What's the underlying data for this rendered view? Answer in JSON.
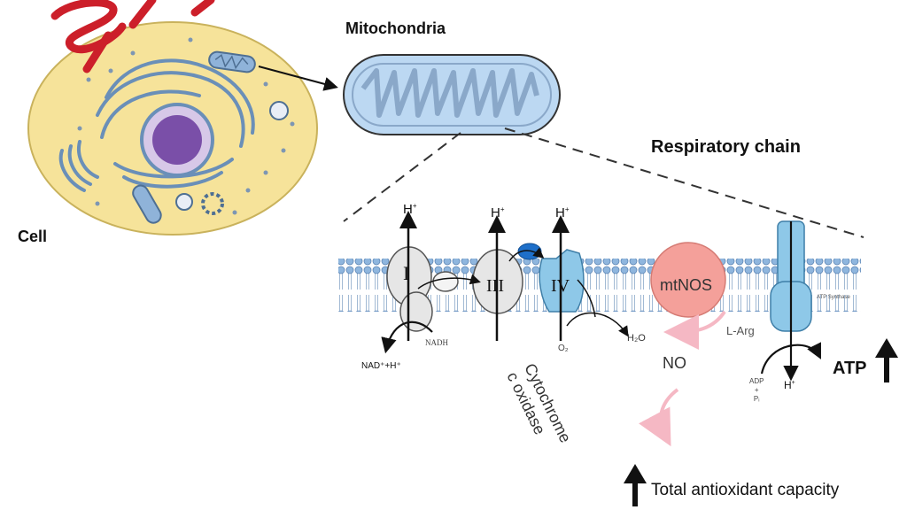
{
  "labels": {
    "mitochondria": "Mitochondria",
    "cell": "Cell",
    "respiratory_chain": "Respiratory chain",
    "complex_1": "I",
    "complex_3": "III",
    "complex_4": "IV",
    "mtnos": "mtNOS",
    "h_plus": "H",
    "h_superscript": "+",
    "nad": "NAD⁺+H⁺",
    "nadh": "NADH",
    "o2": "O₂",
    "h2o": "H₂O",
    "cytochrome": "Cytochrome",
    "c_oxidase": "c oxidase",
    "no": "NO",
    "l_arg": "L-Arg",
    "atp_synthase": "ATP Synthase",
    "adp": "ADP",
    "plus": "+",
    "pi": "Pᵢ",
    "atp": "ATP",
    "total_antioxidant": "Total antioxidant capacity"
  },
  "colors": {
    "cytoplasm": "#f6e39a",
    "nucleus": "#7a4fa8",
    "organelle": "#8fb3d9",
    "mito_fill": "#bcd8f2",
    "membrane_head": "#8fb6de",
    "complex_fill": "#e6e6e6",
    "complex_iv": "#8ec8e8",
    "cytc": "#1e6fc9",
    "mtnos": "#f4a09a",
    "atp_synthase": "#8ec8e8",
    "pink_arrow": "#f5b8c4",
    "scribble": "#cc1f2a"
  },
  "icons": [
    "up-arrow-icon",
    "down-arrow-icon"
  ]
}
